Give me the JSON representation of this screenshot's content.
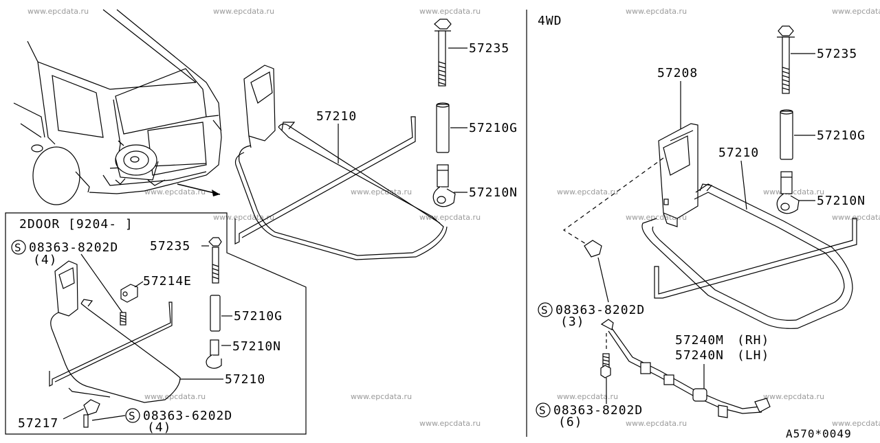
{
  "watermark": "www.epcdata.ru",
  "right_panel": {
    "title": "4WD",
    "labels": {
      "bolt": "57235",
      "bracket": "57208",
      "frame": "57210",
      "pin": "57210G",
      "nut": "57210N",
      "screw_code": "08363-8202D",
      "screw_qty": "(3)",
      "cable_rh": "57240M",
      "cable_rh_side": "(RH)",
      "cable_lh": "57240N",
      "cable_lh_side": "(LH)",
      "screw2_code": "08363-8202D",
      "screw2_qty": "(6)"
    },
    "screw_symbol": "S"
  },
  "left_panel": {
    "labels": {
      "bolt": "57235",
      "frame": "57210",
      "pin": "57210G",
      "nut": "57210N"
    }
  },
  "inset": {
    "title": "2DOOR [9204-   ]",
    "screw_symbol": "S",
    "labels": {
      "screw_code": "08363-8202D",
      "screw_qty": "(4)",
      "bolt": "57235",
      "cap": "57214E",
      "pin": "57210G",
      "nut": "57210N",
      "frame": "57210",
      "clip": "57217",
      "screw2_code": "08363-6202D",
      "screw2_qty": "(4)"
    }
  },
  "diagram_code": "A570*0049"
}
